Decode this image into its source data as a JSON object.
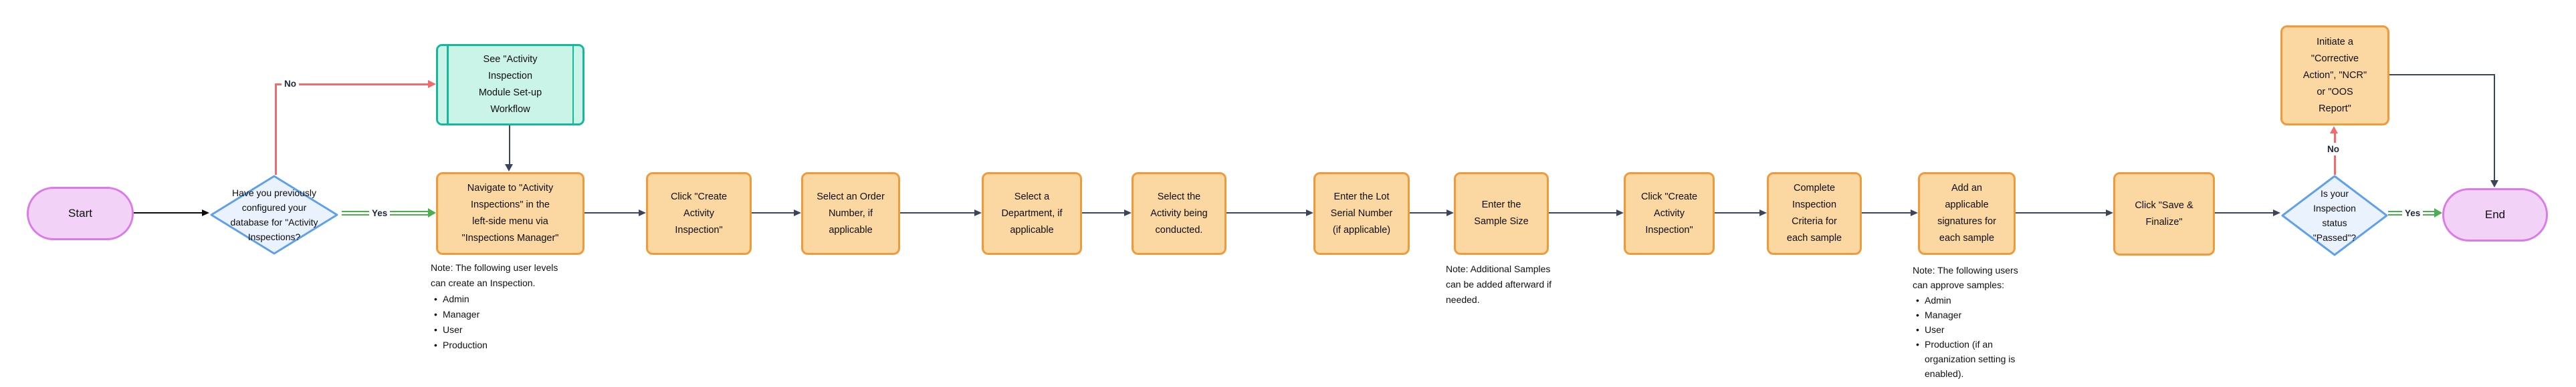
{
  "diagram": {
    "colors": {
      "process_fill": "#FBD7A1",
      "process_border": "#F09A3C",
      "predefined_fill": "#CBF4E9",
      "predefined_border": "#16B89B",
      "decision_fill": "#EAF2FE",
      "decision_border": "#5FA0EA",
      "terminator_fill": "#F3D2F8",
      "terminator_border": "#DA7BE8",
      "connector_dark": "#39455A",
      "connector_no_red": "#F4696C",
      "connector_yes_green": "#4DAE51"
    },
    "start_label": "Start",
    "end_label": "End",
    "decision_configured": {
      "text": "Have you previously\nconfigured your\ndatabase for \"Activity\nInspections?",
      "no_label": "No",
      "yes_label": "Yes"
    },
    "decision_passed": {
      "text": "Is your\nInspection\nstatus\n\"Passed\"?",
      "no_label": "No",
      "yes_label": "Yes"
    },
    "predefined_process": {
      "text": "See \"Activity\nInspection\nModule Set-up\nWorkflow"
    },
    "steps": {
      "navigate": "Navigate to \"Activity\nInspections\" in the\nleft-side menu via\n\"Inspections Manager\"",
      "create_inspection_1": "Click \"Create\nActivity\nInspection\"",
      "select_order": "Select an Order\nNumber, if\napplicable",
      "select_department": "Select a\nDepartment, if\napplicable",
      "select_activity": "Select the\nActivity being\nconducted.",
      "enter_lot_serial": "Enter the Lot\nSerial Number\n(if applicable)",
      "enter_sample_size": "Enter the\nSample Size",
      "create_inspection_2": "Click \"Create\nActivity\nInspection\"",
      "complete_criteria": "Complete\nInspection\nCriteria for\neach sample",
      "add_signatures": "Add an\napplicable\nsignatures for\neach sample",
      "save_finalize": "Click \"Save &\nFinalize\"",
      "initiate_corrective": "Initiate a\n\"Corrective\nAction\", \"NCR\"\nor \"OOS\nReport\""
    },
    "notes": {
      "create_levels": {
        "intro": "Note: The following user levels\ncan create an Inspection.",
        "bullets": [
          "Admin",
          "Manager",
          "User",
          "Production"
        ]
      },
      "additional_samples": "Note: Additional Samples\ncan be added afterward if\nneeded.",
      "approve_users": {
        "intro": "Note: The following users\ncan approve samples:",
        "bullets": [
          "Admin",
          "Manager",
          "User",
          "Production (if an organization setting is enabled)."
        ]
      }
    }
  }
}
